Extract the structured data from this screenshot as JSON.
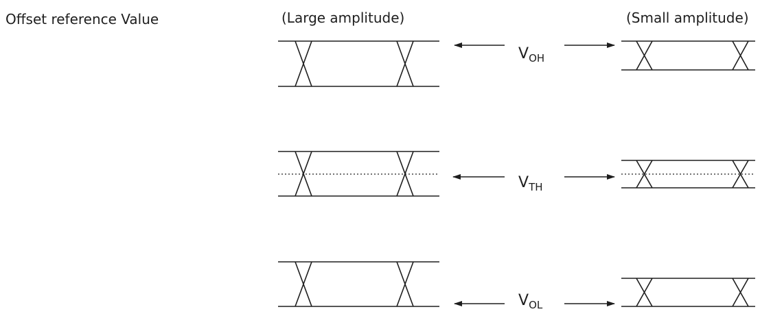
{
  "title": "Offset reference Value",
  "columns": {
    "large": "(Large amplitude)",
    "small": "(Small amplitude)"
  },
  "levels": [
    {
      "main": "V",
      "sub": "OH"
    },
    {
      "main": "V",
      "sub": "TH"
    },
    {
      "main": "V",
      "sub": "OL"
    }
  ],
  "colors": {
    "line": "#1e1e1e"
  }
}
